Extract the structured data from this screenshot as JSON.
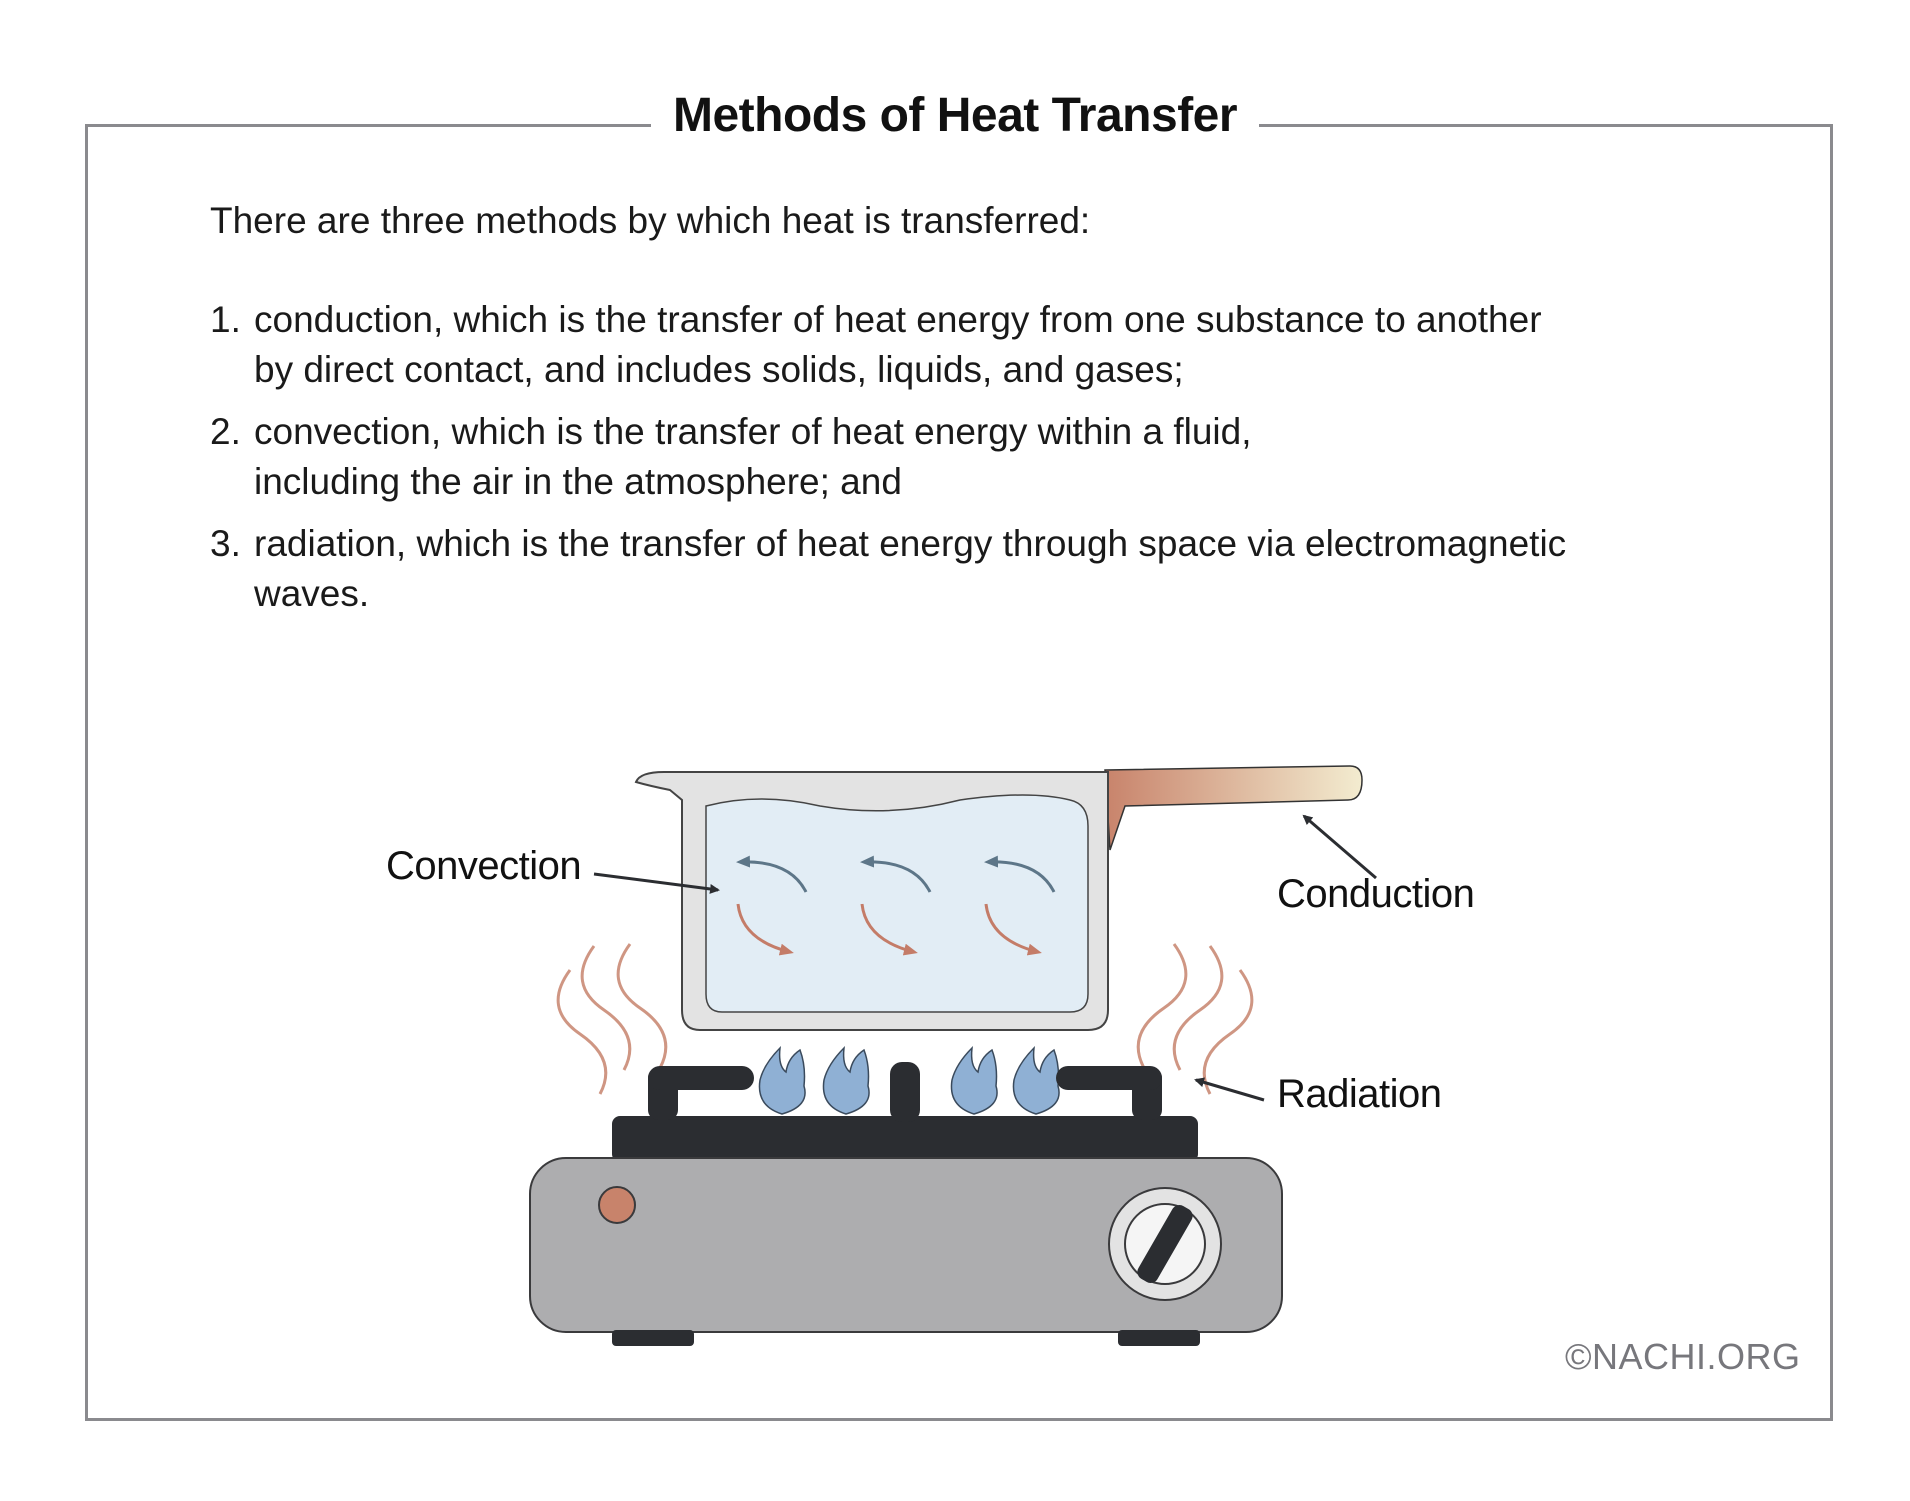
{
  "title": "Methods of Heat Transfer",
  "intro": "There are three methods by which heat is transferred:",
  "methods": [
    {
      "number": "1.",
      "lines": [
        "conduction, which is the transfer of heat energy from one substance to another",
        "by direct contact, and includes solids, liquids, and gases;"
      ]
    },
    {
      "number": "2.",
      "lines": [
        "convection, which is the transfer of heat energy within a fluid,",
        "including the air in the atmosphere; and"
      ]
    },
    {
      "number": "3.",
      "lines": [
        "radiation, which is the transfer of heat energy through space via electromagnetic",
        "waves."
      ]
    }
  ],
  "labels": {
    "convection": "Convection",
    "conduction": "Conduction",
    "radiation": "Radiation"
  },
  "copyright": "©NACHI.ORG",
  "colors": {
    "frame": "#8a8a8e",
    "water": "#e2edf5",
    "pot": "#e3e3e3",
    "stove": "#adadaf",
    "grate": "#2b2d31",
    "flame": "#8fb0d4",
    "heat_wave": "#cf9683",
    "handle_hot": "#c8836b",
    "handle_cool": "#f3ecd0",
    "arrow_cool": "#5d7688",
    "arrow_warm": "#c47c68"
  }
}
